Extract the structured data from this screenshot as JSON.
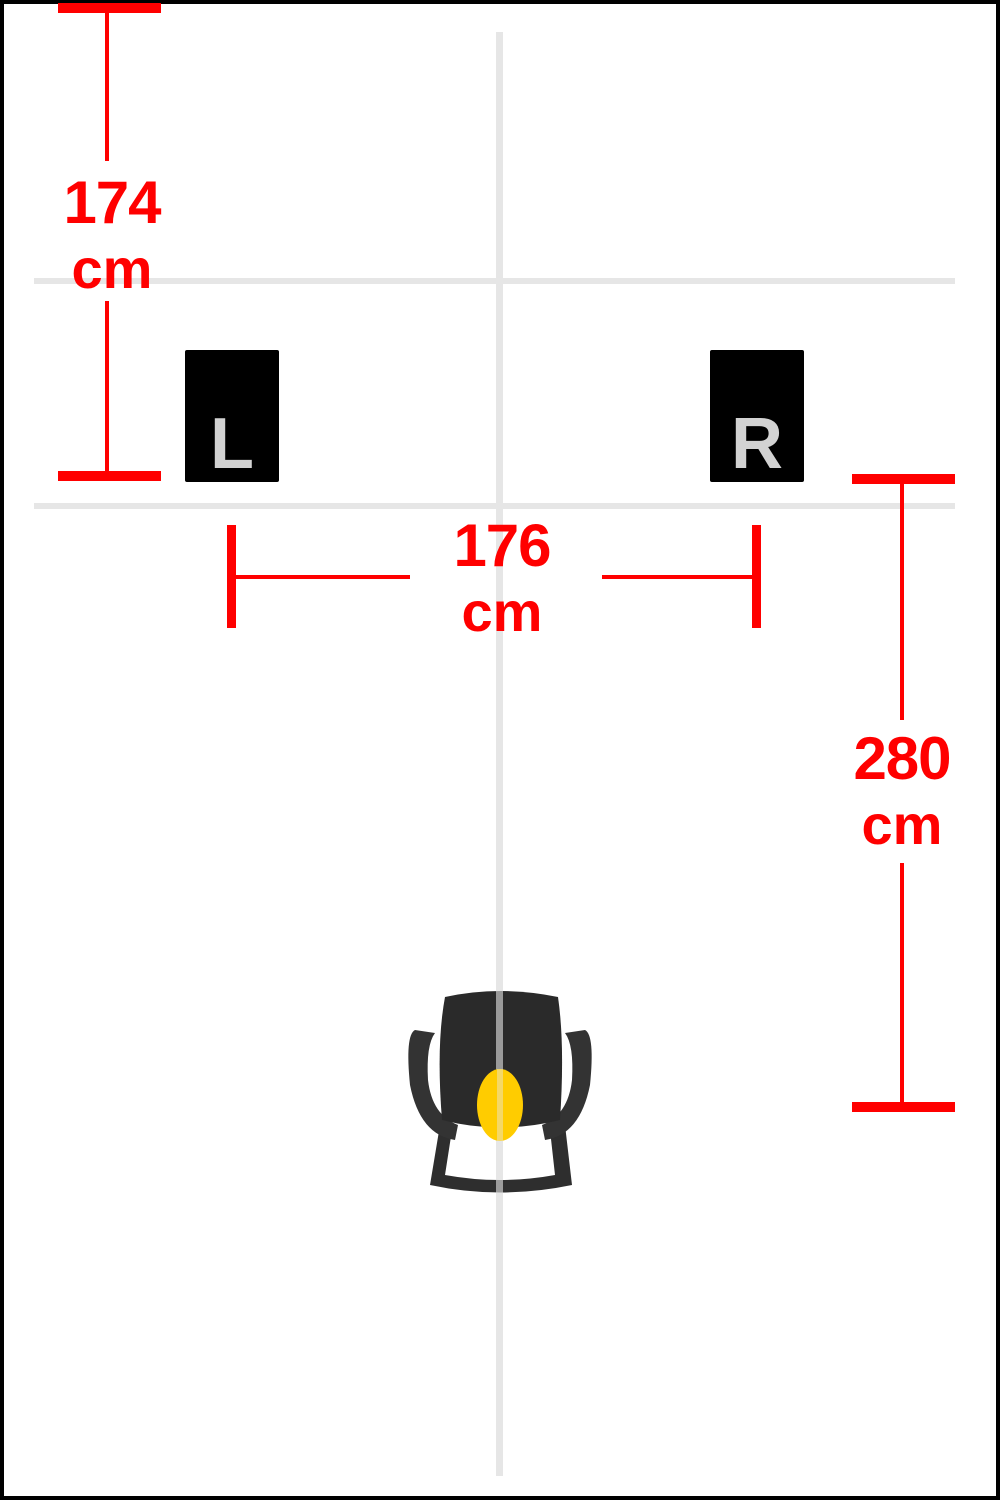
{
  "dimensions": {
    "speaker_front_wall": {
      "value": "174",
      "unit": "cm"
    },
    "speaker_spacing": {
      "value": "176",
      "unit": "cm"
    },
    "listening_distance": {
      "value": "280",
      "unit": "cm"
    }
  },
  "speakers": {
    "left": "L",
    "right": "R"
  },
  "colors": {
    "dimension": "#ff0000",
    "guide": "#e6e6e6",
    "listener": "#ffcc00",
    "speaker": "#000000"
  }
}
